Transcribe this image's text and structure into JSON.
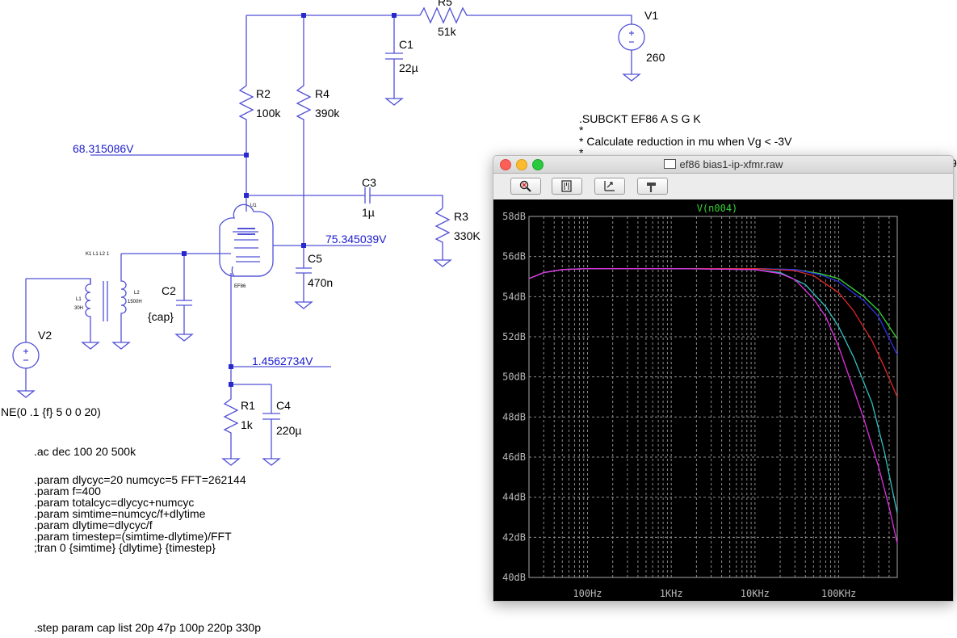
{
  "schematic": {
    "components": {
      "r5": {
        "name": "R5",
        "value": "51k"
      },
      "v1": {
        "name": "V1",
        "value": "260"
      },
      "c1": {
        "name": "C1",
        "value": "22µ"
      },
      "r2": {
        "name": "R2",
        "value": "100k"
      },
      "r4": {
        "name": "R4",
        "value": "390k"
      },
      "c3": {
        "name": "C3",
        "value": "1µ"
      },
      "r3": {
        "name": "R3",
        "value": "330K"
      },
      "c5": {
        "name": "C5",
        "value": "470n"
      },
      "c2": {
        "name": "C2",
        "value": "{cap}"
      },
      "v2": {
        "name": "V2",
        "value": "NE(0 .1 {f} 5 0 0 20)"
      },
      "r1": {
        "name": "R1",
        "value": "1k"
      },
      "c4": {
        "name": "C4",
        "value": "220µ"
      },
      "u1": {
        "name": "U1",
        "value": "EF86"
      },
      "transformer": {
        "label": "K1 L1 L2 1",
        "l1_name": "L1",
        "l1_value": "30H",
        "l2_name": "L2",
        "l2_value": "1500H"
      }
    },
    "node_voltages": {
      "plate": "68.315086V",
      "screen": "75.345039V",
      "cathode": "1.4562734V"
    },
    "spice_directives": {
      "ac": ".ac dec 100 20 500k",
      "params": ".param dlycyc=20 numcyc=5 FFT=262144\n.param f=400\n.param totalcyc=dlycyc+numcyc\n.param simtime=numcyc/f+dlytime\n.param dlytime=dlycyc/f\n.param timestep=(simtime-dlytime)/FFT\n;tran 0 {simtime} {dlytime} {timestep}",
      "step": ".step param cap list 20p 47p 100p 220p 330p",
      "subckt": ".SUBCKT EF86 A S G K\n*\n* Calculate reduction in mu when Vg < -3V\n*"
    },
    "edge_digit": "9"
  },
  "plot_window": {
    "title": "ef86 bias1-ip-xfmr.raw",
    "toolbar_icons": [
      "zoom-icon",
      "autorange-icon",
      "pan-icon",
      "hammer-icon"
    ],
    "trace_label": "V(n004)"
  },
  "colors": {
    "wire": "#5050d8",
    "junction": "#2828cc",
    "annotation_text": "#1a1acc",
    "plot_background": "#000000",
    "grid": "#8c8c8c",
    "trace_label": "#34d034"
  },
  "chart_data": {
    "type": "line",
    "title": "V(n004)",
    "xscale": "log",
    "xlim": [
      20,
      500000
    ],
    "ylim": [
      40,
      58
    ],
    "xticks": [
      {
        "value": 100,
        "label": "100Hz"
      },
      {
        "value": 1000,
        "label": "1KHz"
      },
      {
        "value": 10000,
        "label": "10KHz"
      },
      {
        "value": 100000,
        "label": "100KHz"
      }
    ],
    "yticks": [
      {
        "value": 58,
        "label": "58dB"
      },
      {
        "value": 56,
        "label": "56dB"
      },
      {
        "value": 54,
        "label": "54dB"
      },
      {
        "value": 52,
        "label": "52dB"
      },
      {
        "value": 50,
        "label": "50dB"
      },
      {
        "value": 48,
        "label": "48dB"
      },
      {
        "value": 46,
        "label": "46dB"
      },
      {
        "value": 44,
        "label": "44dB"
      },
      {
        "value": 42,
        "label": "42dB"
      },
      {
        "value": 40,
        "label": "40dB"
      }
    ],
    "grid": true,
    "series": [
      {
        "color": "#36d836",
        "x": [
          20,
          30,
          50,
          100,
          1000,
          10000,
          30000,
          60000,
          100000,
          200000,
          300000,
          500000
        ],
        "y": [
          54.9,
          55.2,
          55.35,
          55.4,
          55.4,
          55.4,
          55.35,
          55.15,
          54.9,
          54.0,
          53.3,
          51.9
        ]
      },
      {
        "color": "#3030e8",
        "x": [
          20,
          30,
          50,
          100,
          1000,
          10000,
          30000,
          60000,
          100000,
          200000,
          300000,
          500000
        ],
        "y": [
          54.9,
          55.2,
          55.35,
          55.4,
          55.4,
          55.4,
          55.35,
          55.1,
          54.75,
          53.8,
          53.0,
          51.1
        ]
      },
      {
        "color": "#e02828",
        "x": [
          20,
          30,
          50,
          100,
          1000,
          10000,
          30000,
          50000,
          100000,
          150000,
          250000,
          350000,
          500000
        ],
        "y": [
          54.9,
          55.2,
          55.35,
          55.4,
          55.4,
          55.4,
          55.3,
          55.05,
          54.2,
          53.3,
          51.8,
          50.5,
          49.0
        ]
      },
      {
        "color": "#34c0c0",
        "x": [
          20,
          30,
          50,
          100,
          1000,
          10000,
          20000,
          40000,
          70000,
          100000,
          150000,
          250000,
          350000,
          500000
        ],
        "y": [
          54.9,
          55.2,
          55.35,
          55.4,
          55.4,
          55.35,
          55.2,
          54.6,
          53.5,
          52.5,
          51.0,
          48.7,
          46.3,
          43.2
        ]
      },
      {
        "color": "#e030e0",
        "x": [
          20,
          30,
          50,
          100,
          1000,
          10000,
          20000,
          30000,
          50000,
          70000,
          100000,
          150000,
          200000,
          300000,
          400000,
          500000
        ],
        "y": [
          54.9,
          55.2,
          55.35,
          55.4,
          55.4,
          55.35,
          55.15,
          54.85,
          53.9,
          53.0,
          51.5,
          49.4,
          47.9,
          45.5,
          43.5,
          41.7
        ]
      }
    ]
  }
}
